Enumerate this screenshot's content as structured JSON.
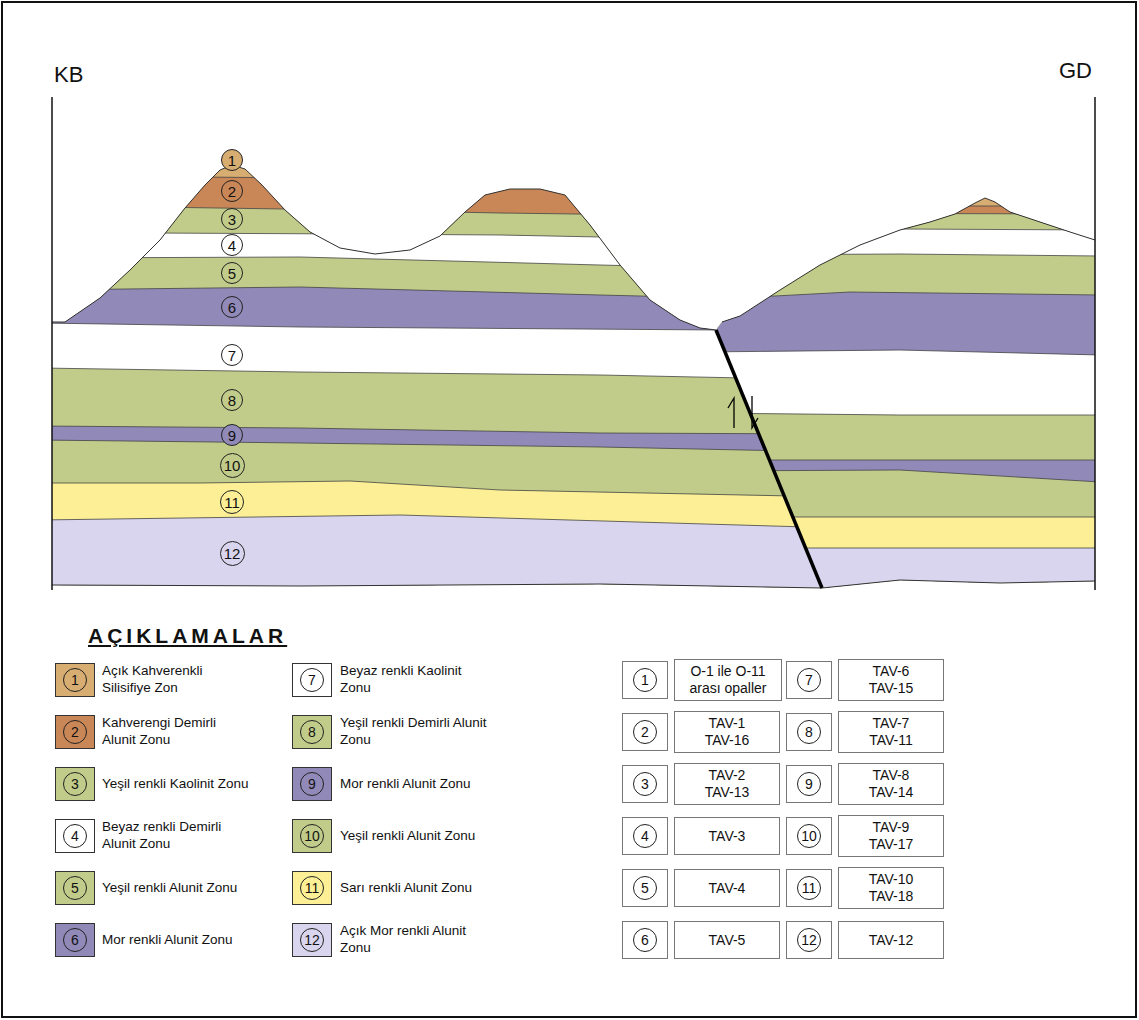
{
  "diagram": {
    "title": "AÇIKLAMALAR",
    "nodes": [
      {
        "text": [
          "1"
        ]
      },
      {
        "text": [
          "2"
        ]
      },
      {
        "text": [
          "3"
        ]
      },
      {
        "text": [
          "4"
        ]
      },
      {
        "text": [
          "5"
        ]
      },
      {
        "text": [
          "6"
        ]
      },
      {
        "text": [
          "7"
        ]
      },
      {
        "text": [
          "8"
        ]
      },
      {
        "text": [
          "9"
        ]
      },
      {
        "text": [
          "10"
        ]
      },
      {
        "text": [
          "11"
        ]
      },
      {
        "text": [
          "12"
        ]
      },
      {
        "text": [
          "1"
        ]
      },
      {
        "text": [
          "O-1 ile O-11 arası opaller"
        ]
      },
      {
        "text": [
          "2"
        ]
      },
      {
        "text": [
          "TAV-1 TAV-16"
        ]
      },
      {
        "text": [
          "3"
        ]
      },
      {
        "text": [
          "TAV-2 TAV-13"
        ]
      },
      {
        "text": [
          "4"
        ]
      },
      {
        "text": [
          "TAV-3"
        ]
      },
      {
        "text": [
          "5"
        ]
      },
      {
        "text": [
          "TAV-4"
        ]
      },
      {
        "text": [
          "6"
        ]
      },
      {
        "text": [
          "TAV-5"
        ]
      },
      {
        "text": [
          "7"
        ]
      },
      {
        "text": [
          "TAV-6 TAV-15"
        ]
      },
      {
        "text": [
          "8"
        ]
      },
      {
        "text": [
          "TAV-7 TAV-11"
        ]
      },
      {
        "text": [
          "9"
        ]
      },
      {
        "text": [
          "TAV-8 TAV-14"
        ]
      },
      {
        "text": [
          "10"
        ]
      },
      {
        "text": [
          "TAV-9 TAV-17"
        ]
      },
      {
        "text": [
          "11"
        ]
      },
      {
        "text": [
          "TAV-10 TAV-18"
        ]
      },
      {
        "text": [
          "12"
        ]
      },
      {
        "text": [
          "TAV-12"
        ]
      }
    ],
    "labels": [
      "KB",
      "GD",
      "1",
      "2",
      "3",
      "4",
      "5",
      "6",
      "7",
      "8",
      "9",
      "10",
      "11",
      "12"
    ],
    "legend": [
      {
        "text": "Açık Kahverenkli Silisifiye Zon",
        "color": "#d8ad72"
      },
      {
        "text": "Kahverengi Demirli Alunit Zonu",
        "color": "#c98757"
      },
      {
        "text": "Yeşil renkli Kaolinit Zonu",
        "color": "#c2cc8a"
      },
      {
        "text": "Beyaz renkli Demirli Alunit Zonu",
        "color": "#ffffff"
      },
      {
        "text": "Yeşil renkli Alunit Zonu",
        "color": "#c2cc8a"
      },
      {
        "text": "Mor renkli Alunit Zonu",
        "color": "#918ab9"
      },
      {
        "text": "Beyaz renkli Kaolinit Zonu",
        "color": "#ffffff"
      },
      {
        "text": "Yeşil renkli Demirli Alunit Zonu",
        "color": "#c2cc8a"
      },
      {
        "text": "Mor renkli Alunit Zonu",
        "color": "#918ab9"
      },
      {
        "text": "Yeşil renkli Alunit Zonu",
        "color": "#c2cc8a"
      },
      {
        "text": "Sarı renkli Alunit Zonu",
        "color": "#fcef96"
      },
      {
        "text": "Açık Mor renkli Alunit Zonu",
        "color": "#d9d5ee"
      }
    ]
  }
}
